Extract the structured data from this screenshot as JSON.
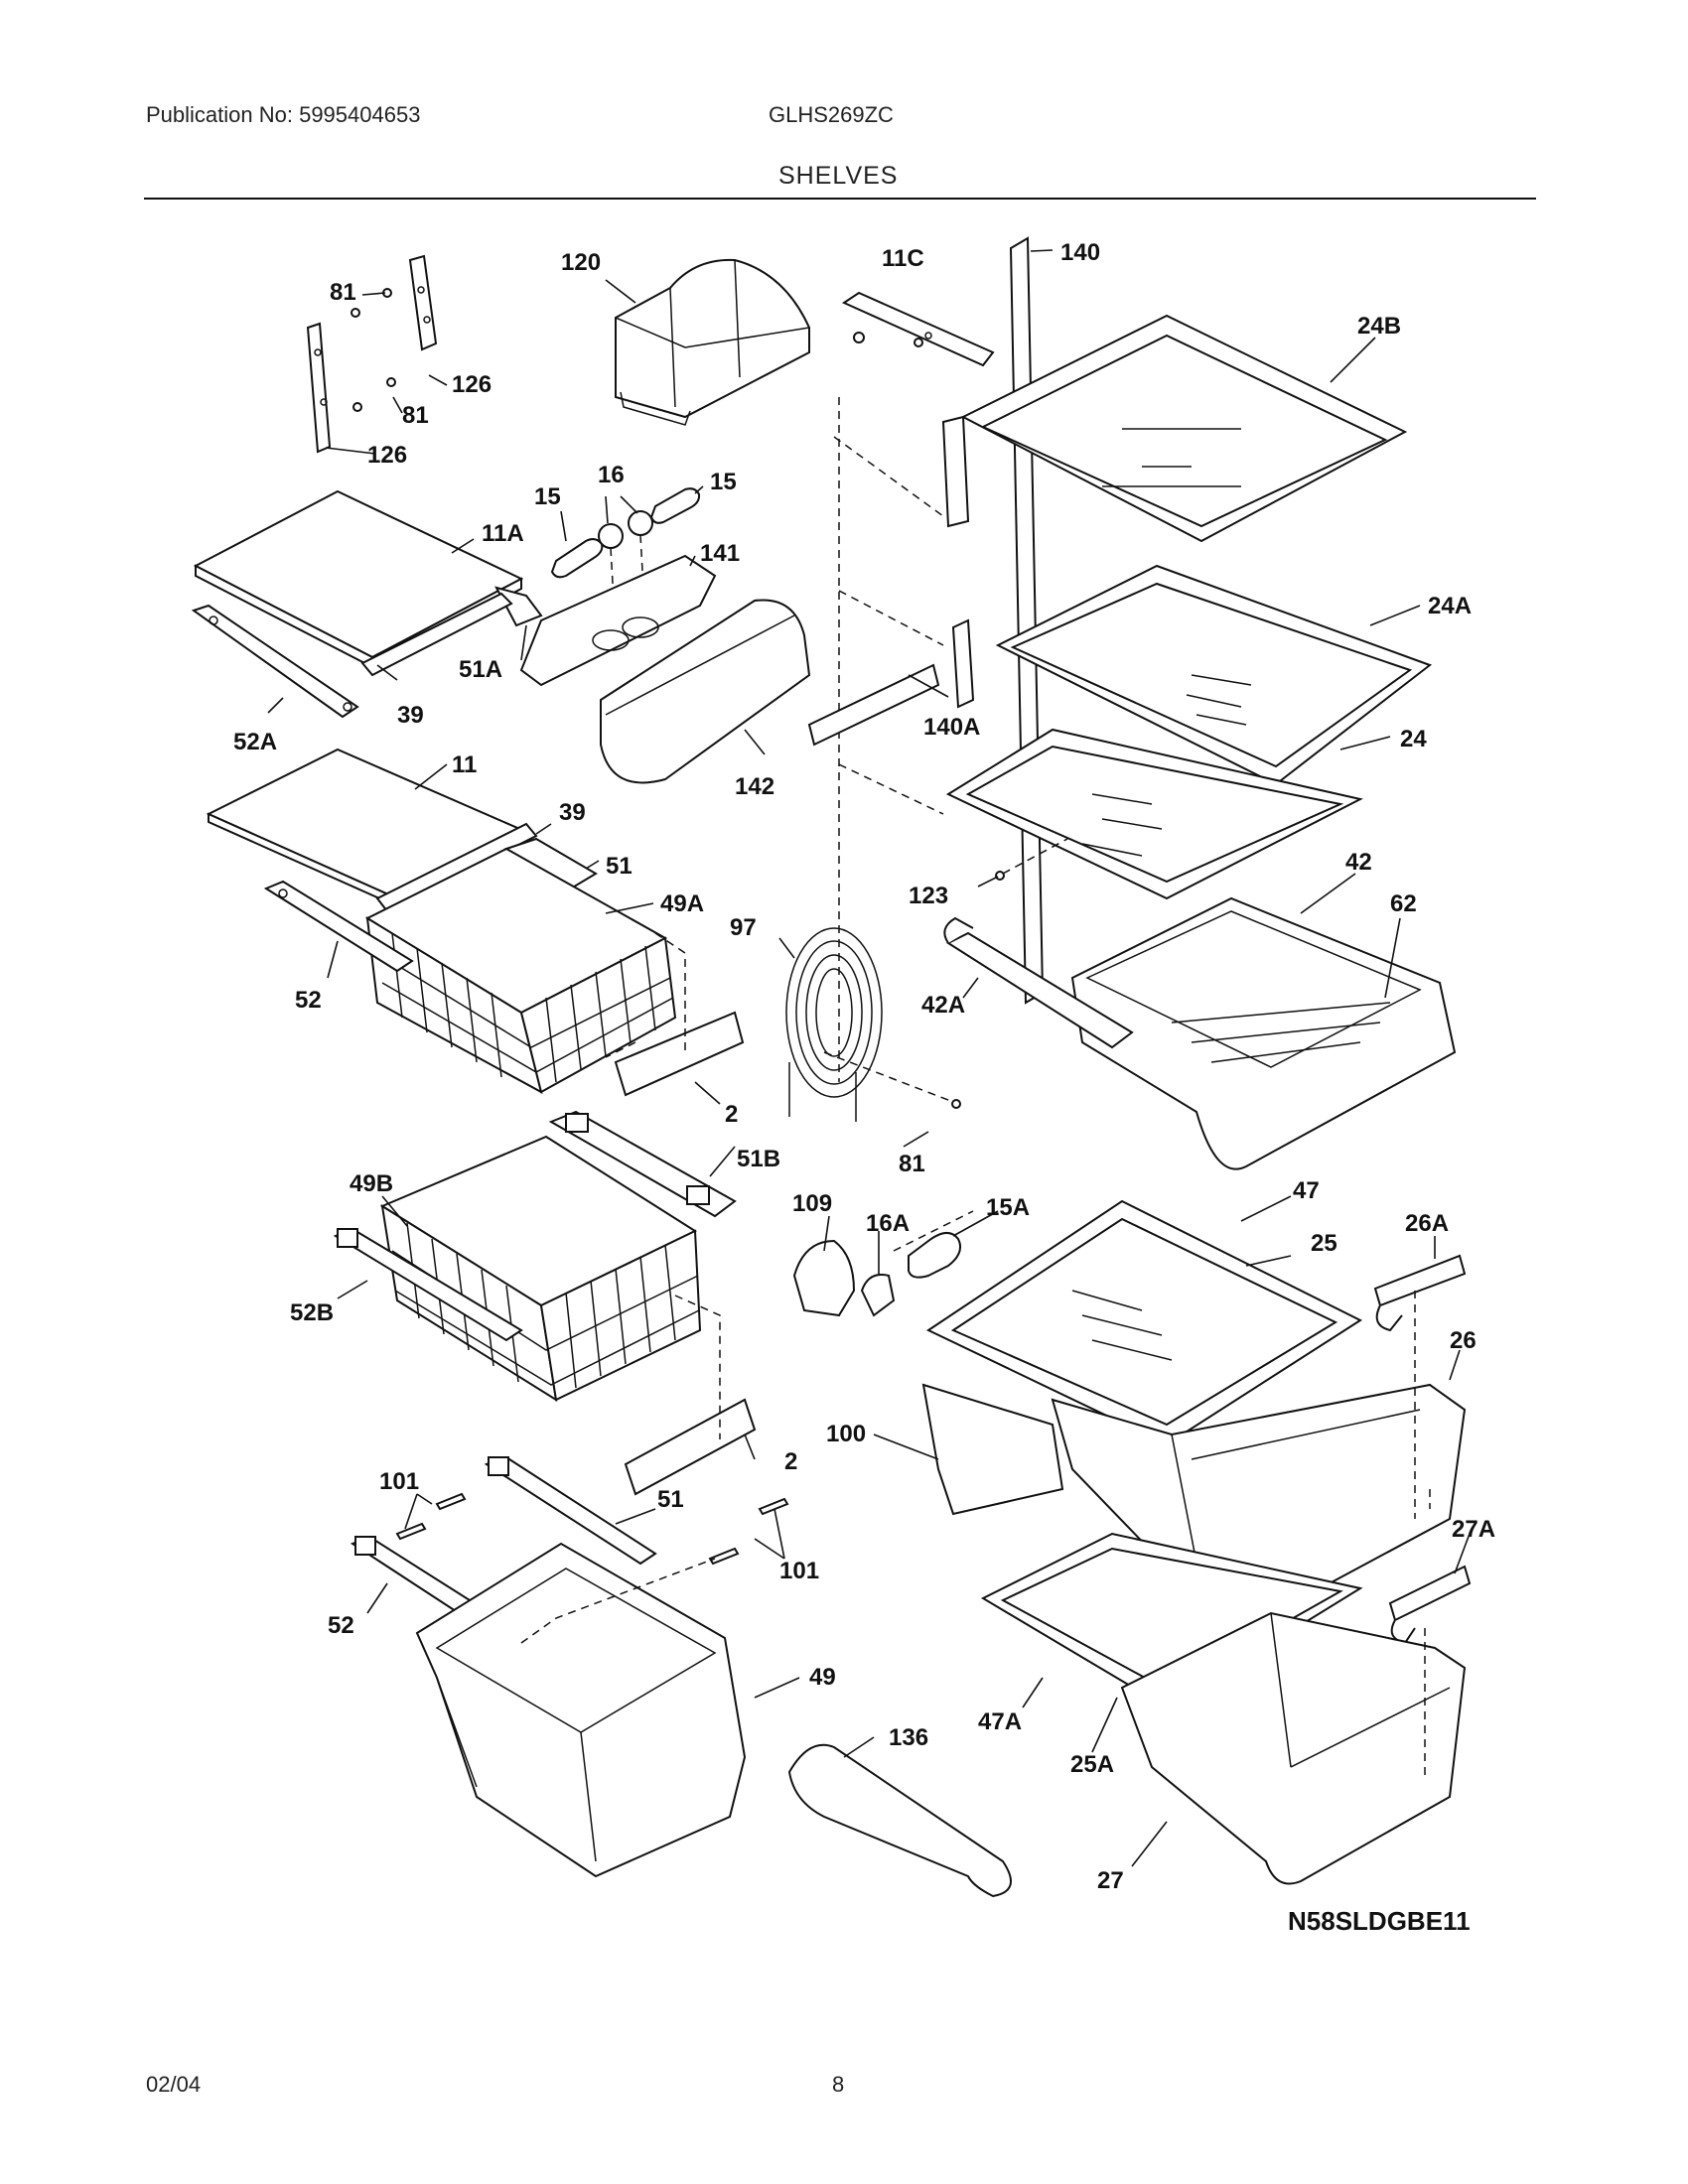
{
  "header": {
    "publication": "Publication No: 5995404653",
    "model": "GLHS269ZC",
    "section_title": "SHELVES"
  },
  "diagram": {
    "code": "N58SLDGBE11",
    "labels": [
      "81",
      "120",
      "11C",
      "140",
      "24B",
      "126",
      "81",
      "126",
      "15",
      "16",
      "15",
      "11A",
      "141",
      "24A",
      "51A",
      "39",
      "52A",
      "140A",
      "24",
      "11",
      "142",
      "39",
      "51",
      "49A",
      "97",
      "123",
      "42",
      "62",
      "52",
      "42A",
      "2",
      "49B",
      "51B",
      "81",
      "109",
      "16A",
      "15A",
      "47",
      "25",
      "26A",
      "52B",
      "26",
      "100",
      "101",
      "51",
      "2",
      "101",
      "27A",
      "52",
      "49",
      "47A",
      "136",
      "25A",
      "27"
    ]
  },
  "footer": {
    "date": "02/04",
    "page": "8"
  }
}
